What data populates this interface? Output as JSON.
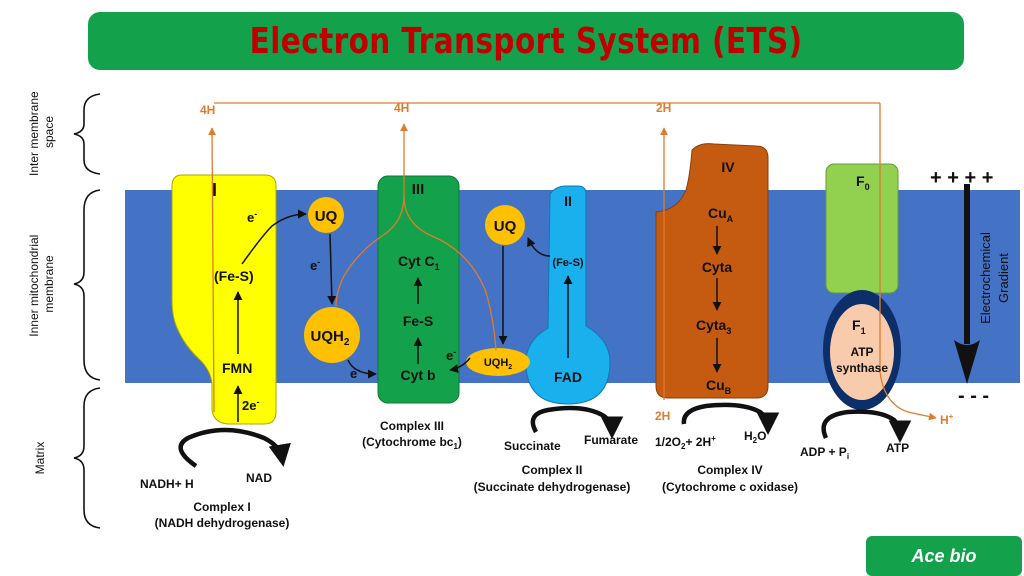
{
  "title": "Electron Transport System (ETS)",
  "credit": "Ace bio",
  "regions": {
    "intermembrane": [
      "Inter membrane",
      "space"
    ],
    "inner_membrane": [
      "Inner mitochondrial",
      "membrane"
    ],
    "matrix": "Matrix"
  },
  "proton_labels": {
    "c1": "4H",
    "c3": "4H",
    "c4": "2H",
    "c4_matrix": "2H",
    "atp_out": "H",
    "atp_out_sup": "+"
  },
  "complex1": {
    "numeral": "I",
    "fes": "(Fe-S)",
    "fmn": "FMN",
    "e": "e",
    "e_sup": "-",
    "two_e": "2e",
    "two_e_sup": "-",
    "substrate": "NADH+ H",
    "product": "NAD",
    "name": "Complex I",
    "fullname": "(NADH dehydrogenase)"
  },
  "ubiquinone": {
    "uq": "UQ",
    "uqh2": "UQH",
    "sub2": "2",
    "e": "e",
    "e_sup": "-"
  },
  "complex3": {
    "numeral": "III",
    "cytc1": "Cyt C",
    "cytc1_sub": "1",
    "fes": "Fe-S",
    "cytb": "Cyt b",
    "e": "e",
    "e_sup": "-",
    "name": "Complex III",
    "fullname_a": "(Cytochrome bc",
    "fullname_sub": "1",
    "fullname_b": ")"
  },
  "complex2": {
    "numeral": "II",
    "fes": "(Fe-S)",
    "fad": "FAD",
    "uq": "UQ",
    "uqh2": "UQH",
    "sub2": "2",
    "substrate": "Succinate",
    "product": "Fumarate",
    "name": "Complex II",
    "fullname": "(Succinate dehydrogenase)"
  },
  "complex4": {
    "numeral": "IV",
    "cua": "Cu",
    "cua_sub": "A",
    "cyta": "Cyta",
    "cyta3": "Cyta",
    "cyta3_sub": "3",
    "cub": "Cu",
    "cub_sub": "B",
    "substrate_a": "1/2O",
    "substrate_sub": "2",
    "substrate_b": "+ 2H",
    "substrate_sup": "+",
    "product": "H",
    "product_sub": "2",
    "product_b": "O",
    "name": "Complex IV",
    "fullname": "(Cytochrome c oxidase)"
  },
  "atp_synthase": {
    "f0": "F",
    "f0_sub": "0",
    "f1": "F",
    "f1_sub": "1",
    "atp": "ATP",
    "synthase": "synthase",
    "substrate": "ADP + P",
    "substrate_sub": "i",
    "product": "ATP"
  },
  "gradient": {
    "plus": "+ + + +",
    "minus": "- - -",
    "label_a": "Electrochemical",
    "label_b": "Gradient"
  },
  "colors": {
    "banner": "#13a24b",
    "title": "#c00000",
    "membrane": "#4472c4",
    "complex1": "#ffff00",
    "complex3": "#13a24b",
    "complex2": "#1ab0ee",
    "complex4": "#c55a11",
    "f0": "#92d050",
    "f1_outer": "#0c2f6a",
    "f1_inner": "#f8cbad",
    "quinone": "#ffc000",
    "proton_path": "#e07b2c"
  }
}
